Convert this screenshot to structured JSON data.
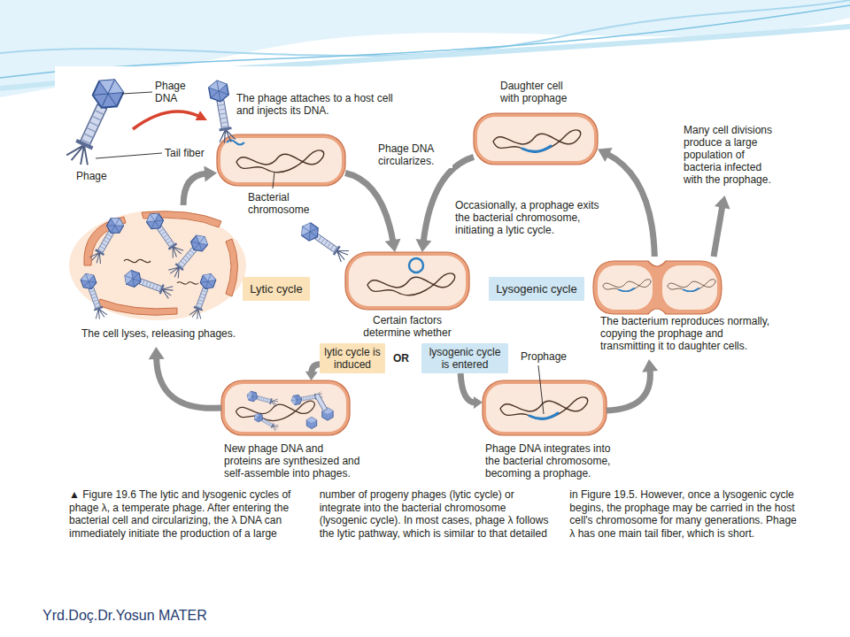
{
  "diagram": {
    "caption": "▲ Figure 19.6 The lytic and lysogenic cycles of phage λ, a temperate phage. After entering the bacterial cell and circularizing, the λ DNA can immediately initiate the production of a large number of progeny phages (lytic cycle) or integrate into the bacterial chromosome (lysogenic cycle). In most cases, phage λ follows the lytic pathway, which is similar to that detailed in Figure 19.5. However, once a lysogenic cycle begins, the prophage may be carried in the host cell's chromosome for many generations. Phage λ has one main tail fiber, which is short.",
    "nodes": [
      {
        "text": [
          "The phage attaches to a host cell and injects its DNA."
        ]
      },
      {
        "text": [
          "Daughter cell with prophage"
        ]
      },
      {
        "text": [
          "The cell lyses, releasing phages."
        ]
      },
      {
        "text": [
          "Lytic cycle"
        ]
      },
      {
        "text": [
          "Certain factors determine whether"
        ]
      },
      {
        "text": [
          "Lysogenic cycle"
        ]
      },
      {
        "text": [
          "The bacterium reproduces normally, copying the prophage and transmitting it to daughter cells."
        ]
      },
      {
        "text": [
          "lytic cycle is induced"
        ]
      },
      {
        "text": [
          "lysogenic cycle is entered"
        ]
      },
      {
        "text": [
          "New phage DNA and proteins are synthesized and self-assemble into phages."
        ]
      },
      {
        "text": [
          "Phage DNA integrates into the bacterial chromosome, becoming a prophage."
        ]
      }
    ],
    "edges": [
      {
        "from": 0,
        "to": 4,
        "arrow": "to",
        "label": "Phage DNA circularizes."
      },
      {
        "from": 1,
        "to": 4,
        "arrow": "to",
        "label": "Occasionally, a prophage exits the bacterial chromosome, initiating a lytic cycle."
      },
      {
        "from": 2,
        "to": 0,
        "arrow": "to"
      },
      {
        "from": 7,
        "to": 9,
        "arrow": "to"
      },
      {
        "from": 8,
        "to": 10,
        "arrow": "to"
      },
      {
        "from": 6,
        "to": 1,
        "arrow": "to"
      },
      {
        "from": 9,
        "to": 2,
        "arrow": "to"
      },
      {
        "from": 10,
        "to": 6,
        "arrow": "to"
      }
    ],
    "labels": [
      "Phage DNA",
      "Tail fiber",
      "Phage",
      "Bacterial chromosome",
      "Many cell divisions produce a large population of bacteria infected with the prophage.",
      "OR",
      "Prophage",
      "Yrd.Doç.Dr.Yosun MATER"
    ]
  }
}
